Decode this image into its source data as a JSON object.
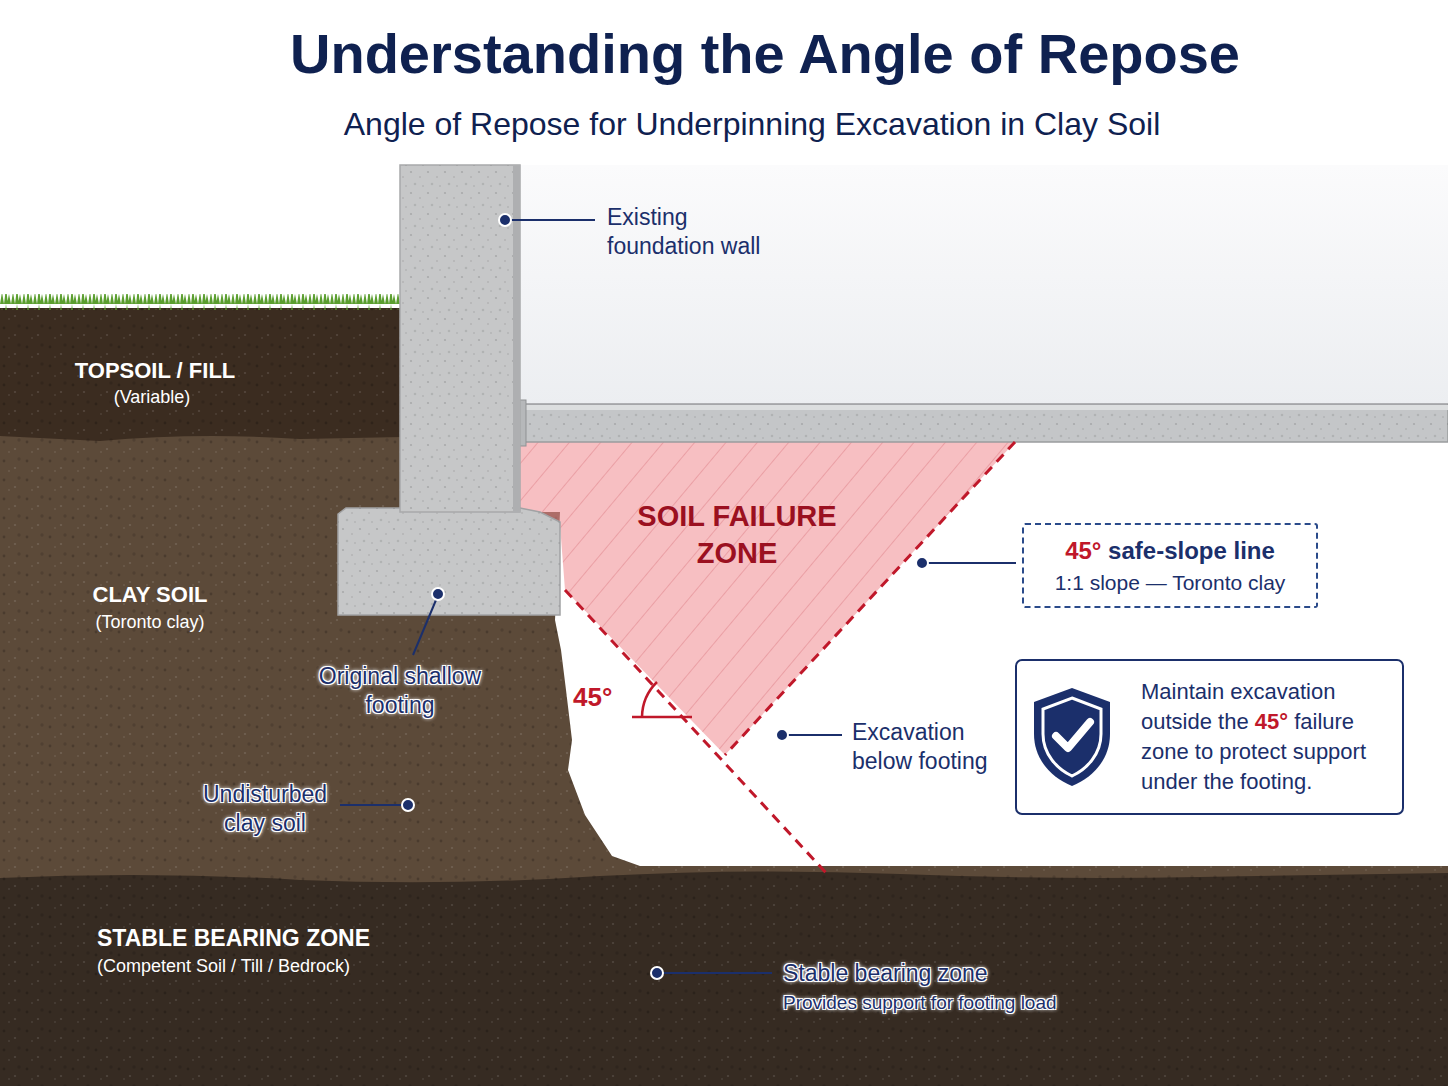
{
  "diagram": {
    "title": "Understanding the Angle of Repose",
    "nodes": [
      {
        "text": [
          "45° safe-slope line",
          "1:1 slope — Toronto clay"
        ]
      },
      {
        "text": [
          "Maintain excavation outside the 45° failure zone to protect support under the footing."
        ]
      }
    ],
    "labels": [
      "Angle of Repose for Underpinning Excavation in Clay Soil",
      "Existing foundation wall",
      "TOPSOIL / FILL",
      "(Variable)",
      "CLAY SOIL",
      "(Toronto clay)",
      "SOIL FAILURE ZONE",
      "45°",
      "Original shallow footing",
      "Excavation below footing",
      "Undisturbed clay soil",
      "STABLE BEARING ZONE",
      "(Competent Soil / Till / Bedrock)",
      "Stable bearing zone",
      "Provides support for footing load"
    ]
  }
}
